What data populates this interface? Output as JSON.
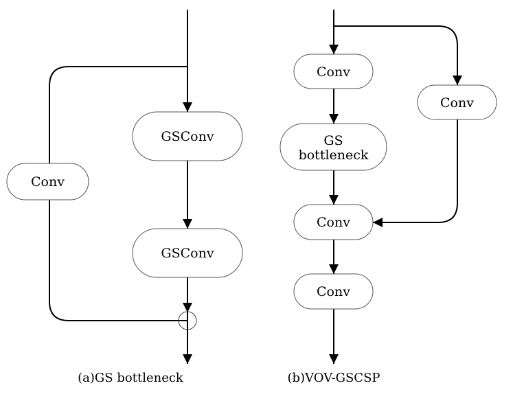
{
  "diagram_a": {
    "caption": "(a)GS bottleneck",
    "nodes": {
      "shortcut_conv": "Conv",
      "gsconv_1": "GSConv",
      "gsconv_2": "GSConv"
    },
    "merge_symbol": "add-circle"
  },
  "diagram_b": {
    "caption": "(b)VOV-GSCSP",
    "nodes": {
      "conv_1": "Conv",
      "gs_bottleneck_line1": "GS",
      "gs_bottleneck_line2": "bottleneck",
      "conv_branch": "Conv",
      "conv_merge": "Conv",
      "conv_out": "Conv"
    }
  },
  "colors": {
    "line": "#000000",
    "node_border": "#555555",
    "background": "#ffffff"
  }
}
